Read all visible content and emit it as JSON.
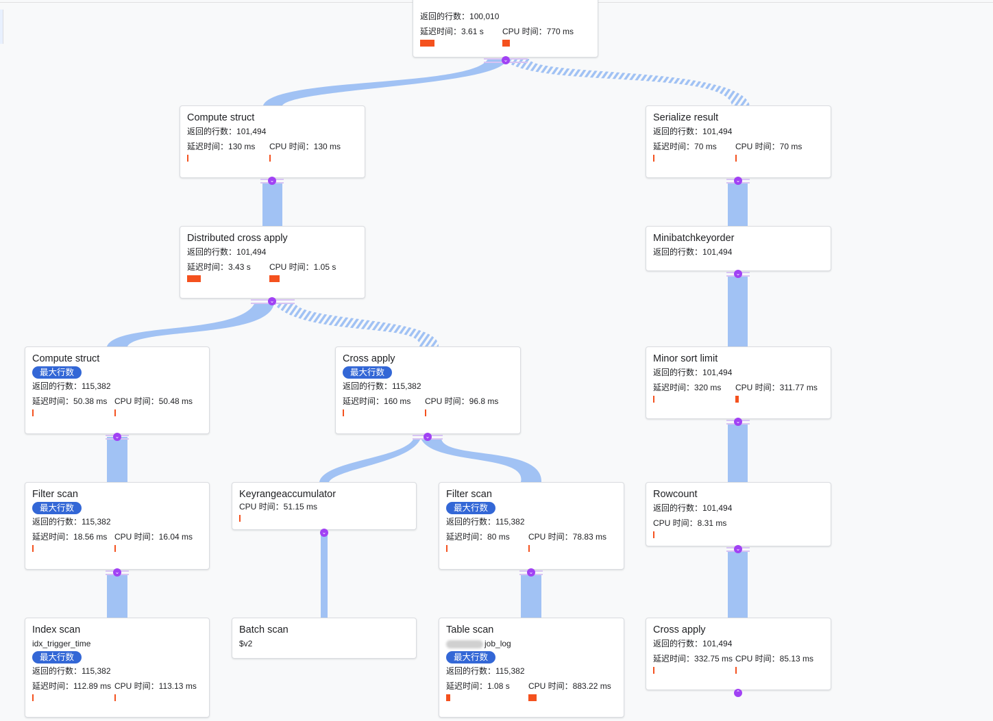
{
  "labels": {
    "rows": "返回的行数：",
    "latency": "延迟时间：",
    "cpu": "CPU 时间：",
    "max_rows": "最大行数"
  },
  "colors": {
    "accent": "#a142f4",
    "link": "#a1c2f4",
    "bar": "#f4511e",
    "badge": "#3367d6"
  },
  "nodes": {
    "root": {
      "rows": "100,010",
      "latency": "3.61 s",
      "cpu": "770 ms",
      "lat_bar": 0.7,
      "cpu_bar": 0.35
    },
    "compute_struct_1": {
      "title": "Compute struct",
      "rows": "101,494",
      "latency": "130 ms",
      "cpu": "130 ms"
    },
    "serialize_result": {
      "title": "Serialize result",
      "rows": "101,494",
      "latency": "70 ms",
      "cpu": "70 ms"
    },
    "distributed_cross_apply": {
      "title": "Distributed cross apply",
      "rows": "101,494",
      "latency": "3.43 s",
      "cpu": "1.05 s",
      "lat_bar": 0.65,
      "cpu_bar": 0.5
    },
    "minibatch": {
      "title": "Minibatchkeyorder",
      "rows": "101,494"
    },
    "compute_struct_2": {
      "title": "Compute struct",
      "rows": "115,382",
      "latency": "50.38 ms",
      "cpu": "50.48 ms"
    },
    "cross_apply_1": {
      "title": "Cross apply",
      "rows": "115,382",
      "latency": "160 ms",
      "cpu": "96.8 ms"
    },
    "minor_sort": {
      "title": "Minor sort limit",
      "rows": "101,494",
      "latency": "320 ms",
      "cpu": "311.77 ms",
      "cpu_bar": 0.2
    },
    "filter_scan_1": {
      "title": "Filter scan",
      "rows": "115,382",
      "latency": "18.56 ms",
      "cpu": "16.04 ms"
    },
    "keyrange": {
      "title": "Keyrangeaccumulator",
      "cpu": "51.15 ms"
    },
    "filter_scan_2": {
      "title": "Filter scan",
      "rows": "115,382",
      "latency": "80 ms",
      "cpu": "78.83 ms"
    },
    "rowcount": {
      "title": "Rowcount",
      "rows": "101,494",
      "cpu": "8.31 ms"
    },
    "index_scan": {
      "title": "Index scan",
      "sub": "idx_trigger_time",
      "rows": "115,382",
      "latency": "112.89 ms",
      "cpu": "113.13 ms"
    },
    "batch_scan": {
      "title": "Batch scan",
      "sub": "$v2"
    },
    "table_scan": {
      "title": "Table scan",
      "sub": "job_log",
      "rows": "115,382",
      "latency": "1.08 s",
      "cpu": "883.22 ms",
      "lat_bar": 0.2,
      "cpu_bar": 0.4
    },
    "cross_apply_2": {
      "title": "Cross apply",
      "rows": "101,494",
      "latency": "332.75 ms",
      "cpu": "85.13 ms"
    }
  }
}
